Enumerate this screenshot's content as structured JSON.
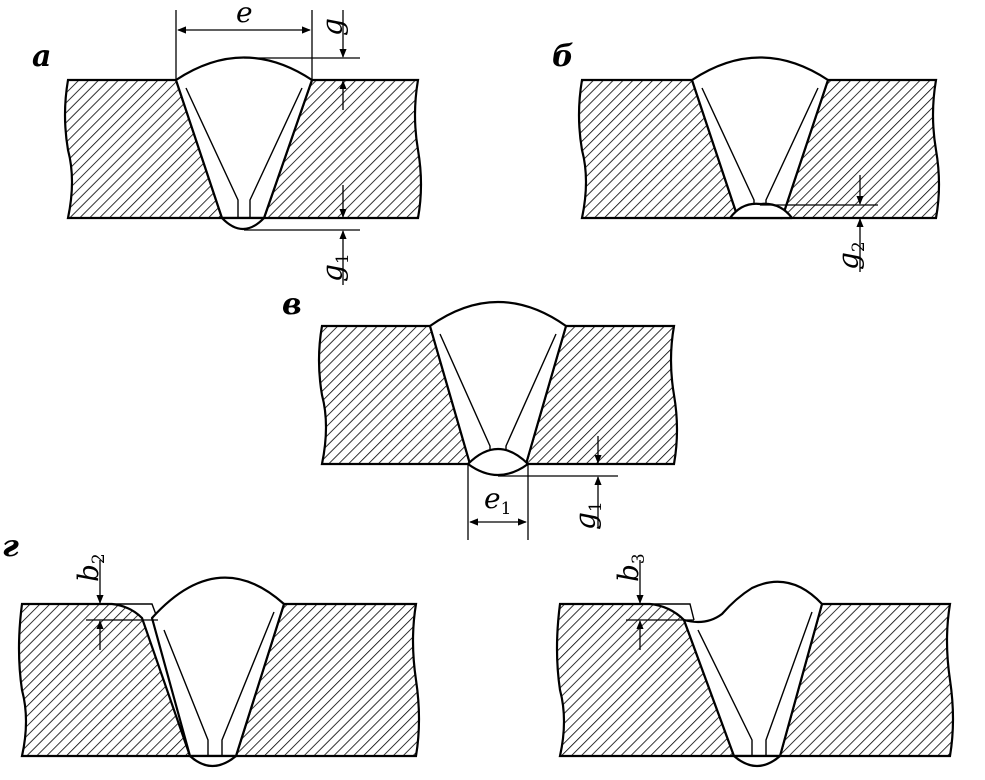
{
  "labels": {
    "panel_a": "а",
    "panel_b": "б",
    "panel_v": "в",
    "panel_g": "г"
  },
  "dimensions": {
    "e": "e",
    "e1": {
      "base": "e",
      "sub": "1"
    },
    "g": "g",
    "g1": {
      "base": "g",
      "sub": "1"
    },
    "g2": {
      "base": "g",
      "sub": "2"
    },
    "b2": {
      "base": "b",
      "sub": "2"
    },
    "b3": {
      "base": "b",
      "sub": "3"
    }
  }
}
